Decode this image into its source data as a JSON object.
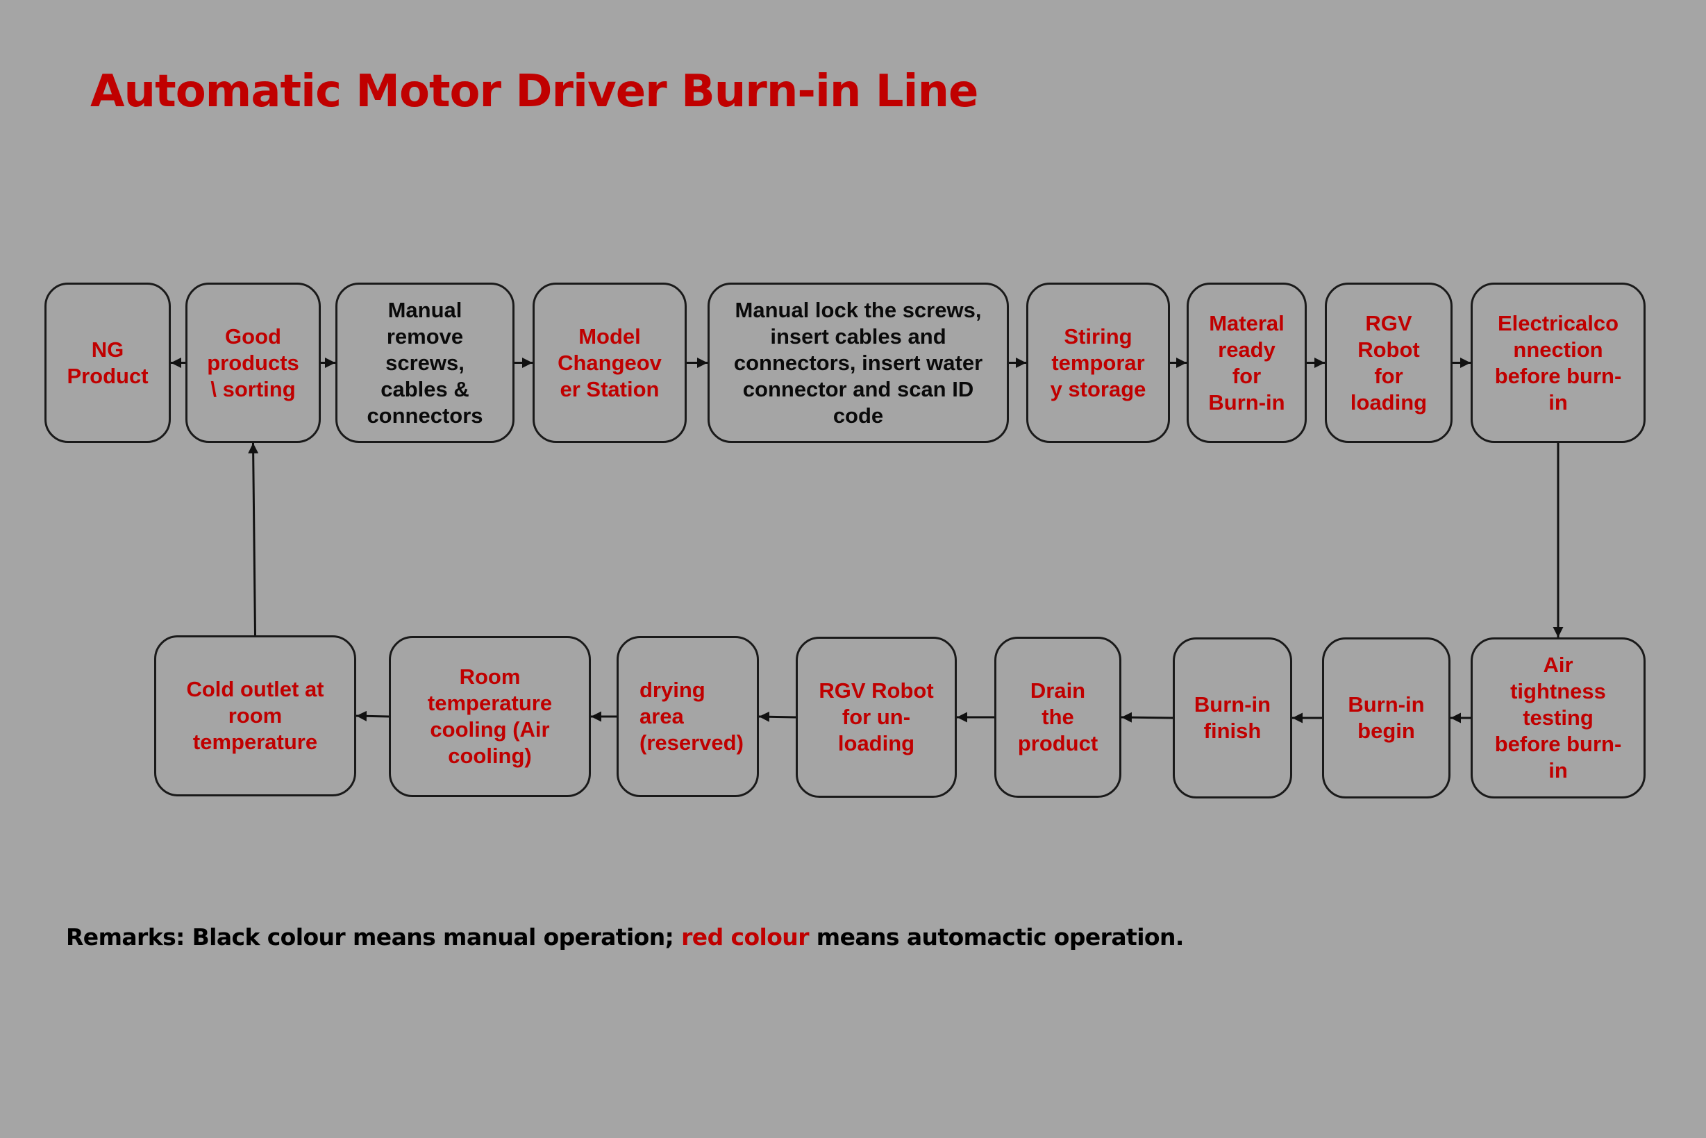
{
  "title": "Automatic Motor Driver Burn-in Line",
  "colors": {
    "background": "#a5a5a5",
    "automatic": "#c00000",
    "manual": "#0a0a0a",
    "border": "#1a1a1a"
  },
  "top_row": [
    {
      "id": "ng-product",
      "label": "NG\nProduct",
      "mode": "automatic"
    },
    {
      "id": "good-products-sorting",
      "label": "Good\nproducts\n\\ sorting",
      "mode": "automatic"
    },
    {
      "id": "manual-remove",
      "label": "Manual\nremove\nscrews,\ncables &\nconnectors",
      "mode": "manual"
    },
    {
      "id": "model-changeover",
      "label": "Model\nChangeov\ner Station",
      "mode": "automatic"
    },
    {
      "id": "manual-lock",
      "label": "Manual lock the screws,\ninsert cables and\nconnectors, insert water\nconnector and scan ID\ncode",
      "mode": "manual"
    },
    {
      "id": "stiring-storage",
      "label": "Stiring\ntemporar\ny storage",
      "mode": "automatic"
    },
    {
      "id": "material-ready",
      "label": "Materal\nready\nfor\nBurn-in",
      "mode": "automatic"
    },
    {
      "id": "rgv-loading",
      "label": "RGV\nRobot\nfor\nloading",
      "mode": "automatic"
    },
    {
      "id": "electrical-connection",
      "label": "Electricalco\nnnection\nbefore burn-\nin",
      "mode": "automatic"
    }
  ],
  "bottom_row": [
    {
      "id": "cold-outlet",
      "label": "Cold outlet at\nroom\ntemperature",
      "mode": "automatic"
    },
    {
      "id": "room-temp-cooling",
      "label": "Room\ntemperature\ncooling  (Air\ncooling)",
      "mode": "automatic"
    },
    {
      "id": "drying-area",
      "label": "drying\narea\n(reserved)",
      "mode": "automatic"
    },
    {
      "id": "rgv-unloading",
      "label": "RGV Robot\nfor un-\nloading",
      "mode": "automatic"
    },
    {
      "id": "drain-product",
      "label": "Drain\nthe\nproduct",
      "mode": "automatic"
    },
    {
      "id": "burn-in-finish",
      "label": "Burn-in\nfinish",
      "mode": "automatic"
    },
    {
      "id": "burn-in-begin",
      "label": "Burn-in\nbegin",
      "mode": "automatic"
    },
    {
      "id": "air-tightness",
      "label": "Air\ntightness\ntesting\nbefore burn-\nin",
      "mode": "automatic"
    }
  ],
  "flow": [
    [
      "good-products-sorting",
      "ng-product"
    ],
    [
      "good-products-sorting",
      "manual-remove"
    ],
    [
      "manual-remove",
      "model-changeover"
    ],
    [
      "model-changeover",
      "manual-lock"
    ],
    [
      "manual-lock",
      "stiring-storage"
    ],
    [
      "stiring-storage",
      "material-ready"
    ],
    [
      "material-ready",
      "rgv-loading"
    ],
    [
      "rgv-loading",
      "electrical-connection"
    ],
    [
      "electrical-connection",
      "air-tightness"
    ],
    [
      "air-tightness",
      "burn-in-begin"
    ],
    [
      "burn-in-begin",
      "burn-in-finish"
    ],
    [
      "burn-in-finish",
      "drain-product"
    ],
    [
      "drain-product",
      "rgv-unloading"
    ],
    [
      "rgv-unloading",
      "drying-area"
    ],
    [
      "drying-area",
      "room-temp-cooling"
    ],
    [
      "room-temp-cooling",
      "cold-outlet"
    ],
    [
      "cold-outlet",
      "good-products-sorting"
    ]
  ],
  "remarks": {
    "prefix": "Remarks: Black colour means manual operation; ",
    "highlight": "red colour",
    "suffix": " means automactic operation."
  }
}
